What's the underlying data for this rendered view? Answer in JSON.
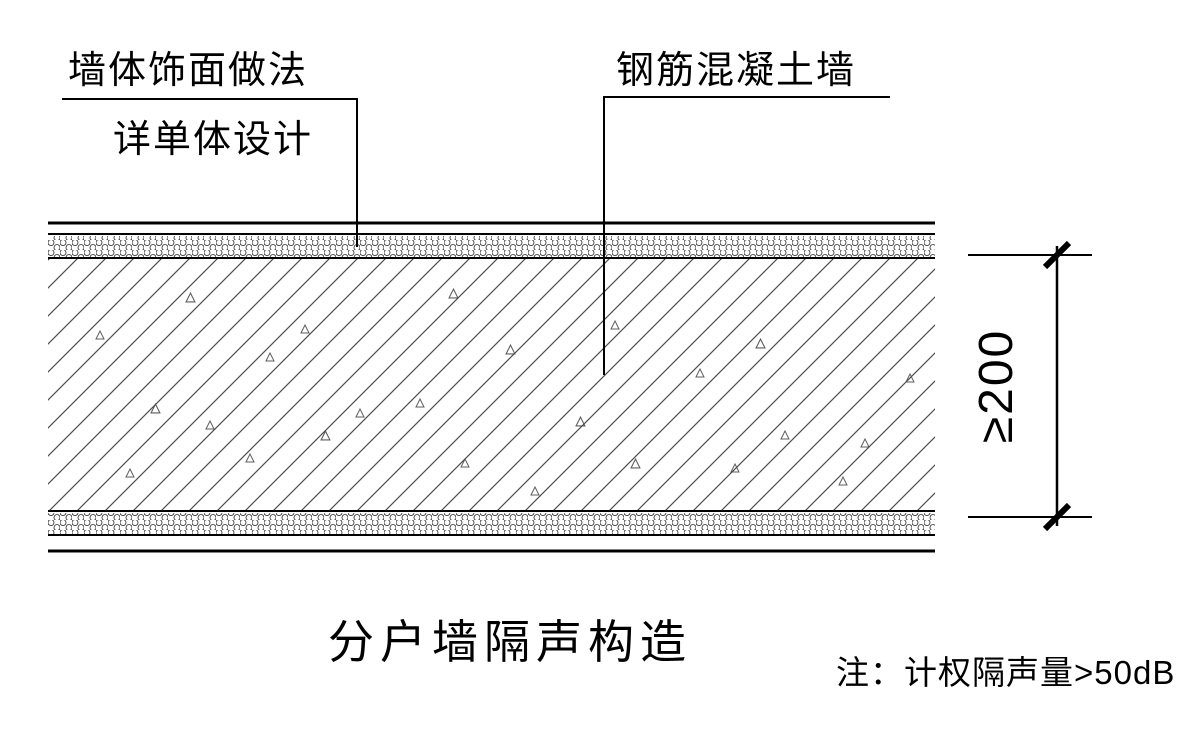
{
  "labels": {
    "finish_line1": "墙体饰面做法",
    "finish_line2": "详单体设计",
    "concrete": "钢筋混凝土墙",
    "dimension": "≥200",
    "title": "分户墙隔声构造",
    "note": "注：计权隔声量>50dB"
  },
  "layers": {
    "top_finish": "plaster-finish-strip",
    "core": "reinforced-concrete-wall",
    "bottom_finish": "plaster-finish-strip"
  },
  "colors": {
    "line": "#000000",
    "hatch": "#4d4d4d",
    "background": "#ffffff"
  }
}
